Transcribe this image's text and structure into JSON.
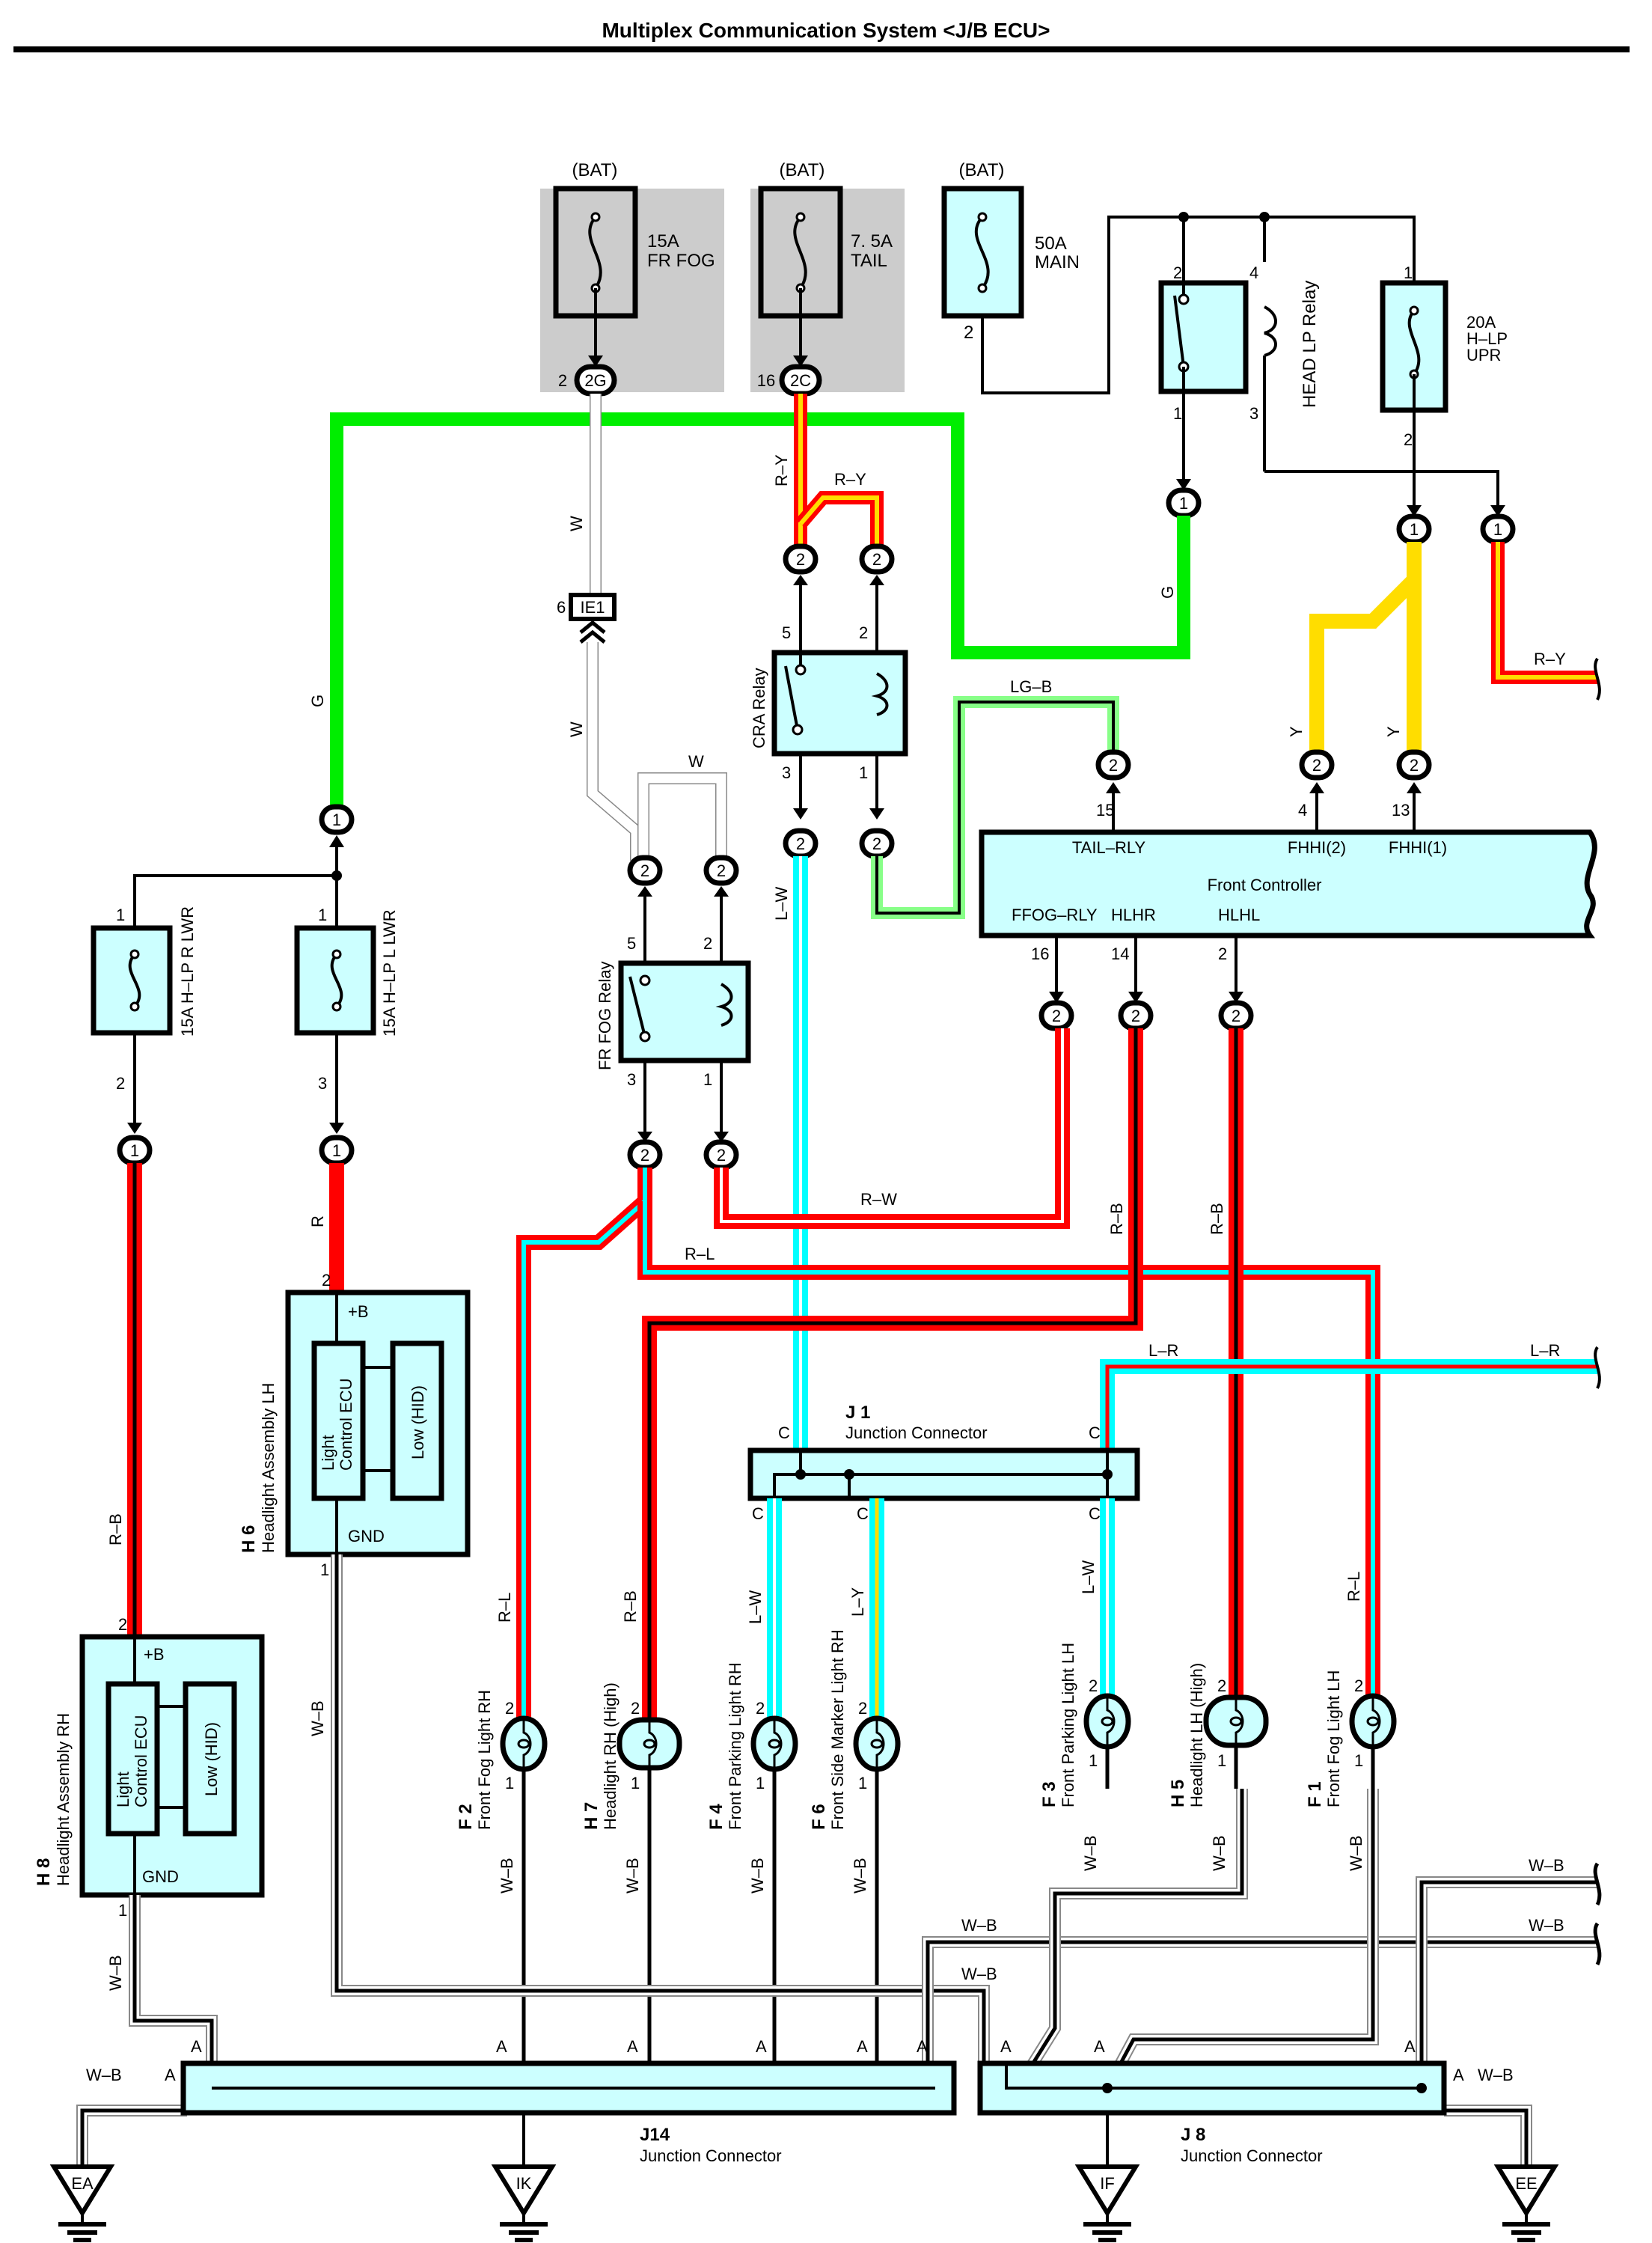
{
  "title": "Multiplex Communication System <J/B ECU>",
  "colors": {
    "component_fill": "#ccffff",
    "fuse_group_fill": "#cccccc",
    "wire_green": "#00ee00",
    "wire_light_green": "#88ff88",
    "wire_red": "#ff0000",
    "wire_yellow": "#ffdd00",
    "wire_blue": "#00ffff",
    "wire_white": "#ffffff",
    "wire_black": "#000000"
  },
  "sources": {
    "bat1": "(BAT)",
    "bat2": "(BAT)",
    "bat3": "(BAT)"
  },
  "fuses": {
    "fr_fog": {
      "line1": "15A",
      "line2": "FR FOG",
      "pin": "2",
      "connector": "2G"
    },
    "tail": {
      "line1": "7. 5A",
      "line2": "TAIL",
      "pin": "16",
      "connector": "2C"
    },
    "main": {
      "line1": "50A",
      "line2": "MAIN",
      "pin": "2"
    },
    "hlp_upr": {
      "line1": "20A",
      "line2": "H–LP",
      "line3": "UPR",
      "pin_top": "1",
      "pin_bottom": "2"
    },
    "hlp_r_lwr": {
      "label": "15A H–LP R LWR",
      "pin_top": "1",
      "pin_bottom": "2"
    },
    "hlp_l_lwr": {
      "label": "15A H–LP L LWR",
      "pin_top": "1",
      "pin_bottom": "3"
    }
  },
  "relays": {
    "head_lp": {
      "label": "HEAD LP Relay",
      "pins": [
        "2",
        "4",
        "1",
        "3"
      ]
    },
    "cra": {
      "label": "CRA Relay",
      "pins": [
        "5",
        "2",
        "3",
        "1"
      ]
    },
    "fr_fog": {
      "label": "FR FOG Relay",
      "pins": [
        "5",
        "2",
        "3",
        "1"
      ]
    }
  },
  "connectors": {
    "c1": "1",
    "c2": "2",
    "ie1": {
      "name": "IE1",
      "pin": "6"
    }
  },
  "front_controller": {
    "name": "Front Controller",
    "top_pins": [
      {
        "pin": "15",
        "signal": "TAIL–RLY"
      },
      {
        "pin": "4",
        "signal": "FHHI(2)"
      },
      {
        "pin": "13",
        "signal": "FHHI(1)"
      }
    ],
    "bottom_pins": [
      {
        "pin": "16",
        "signal": "FFOG–RLY"
      },
      {
        "pin": "14",
        "signal": "HLHR"
      },
      {
        "pin": "2",
        "signal": "HLHL"
      }
    ]
  },
  "wire_labels": {
    "g1": "G",
    "g2": "G",
    "w1": "W",
    "w2": "W",
    "w3": "W",
    "ry1": "R–Y",
    "ry2": "R–Y",
    "ry3": "R–Y",
    "lgb": "LG–B",
    "y1": "Y",
    "y2": "Y",
    "lw1": "L–W",
    "lw2": "L–W",
    "lw3": "L–W",
    "ly": "L–Y",
    "r": "R",
    "rb1": "R–B",
    "rb2": "R–B",
    "rb3": "R–B",
    "rb4": "R–B",
    "rw": "R–W",
    "rl1": "R–L",
    "rl2": "R–L",
    "rl3": "R–L",
    "lr1": "L–R",
    "lr2": "L–R",
    "wb": "W–B"
  },
  "headlight_assemblies": {
    "lh": {
      "code": "H 6",
      "name": "Headlight Assembly LH",
      "plus_b": "+B",
      "gnd": "GND",
      "ecu": [
        "Light",
        "Control ECU"
      ],
      "lamp": "Low (HID)",
      "pin_top": "2",
      "pin_bottom": "1"
    },
    "rh": {
      "code": "H 8",
      "name": "Headlight Assembly RH",
      "plus_b": "+B",
      "gnd": "GND",
      "ecu": [
        "Light",
        "Control ECU"
      ],
      "lamp": "Low (HID)",
      "pin_top": "2",
      "pin_bottom": "1"
    }
  },
  "lamps": [
    {
      "code": "F 2",
      "name": "Front Fog Light RH",
      "pin_top": "2",
      "pin_bottom": "1"
    },
    {
      "code": "H 7",
      "name": "Headlight RH (High)",
      "pin_top": "2",
      "pin_bottom": "1"
    },
    {
      "code": "F 4",
      "name": "Front Parking Light RH",
      "pin_top": "2",
      "pin_bottom": "1"
    },
    {
      "code": "F 6",
      "name": "Front Side Marker Light RH",
      "pin_top": "2",
      "pin_bottom": "1"
    },
    {
      "code": "F 3",
      "name": "Front Parking Light LH",
      "pin_top": "2",
      "pin_bottom": "1"
    },
    {
      "code": "H 5",
      "name": "Headlight LH (High)",
      "pin_top": "2",
      "pin_bottom": "1"
    },
    {
      "code": "F 1",
      "name": "Front Fog Light LH",
      "pin_top": "2",
      "pin_bottom": "1"
    }
  ],
  "junction_connectors": {
    "j1": {
      "code": "J 1",
      "name": "Junction Connector",
      "pin": "C"
    },
    "j14": {
      "code": "J14",
      "name": "Junction Connector",
      "pin": "A"
    },
    "j8": {
      "code": "J 8",
      "name": "Junction Connector",
      "pin": "A"
    }
  },
  "grounds": [
    "EA",
    "IK",
    "IF",
    "EE"
  ]
}
